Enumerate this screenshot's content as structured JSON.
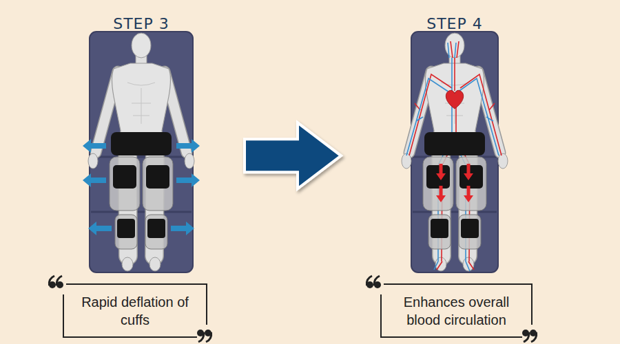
{
  "diagram": {
    "nodes": [
      {
        "text": [
          "STEP 3"
        ]
      },
      {
        "text": [
          "Rapid deflation of cuffs"
        ]
      },
      {
        "text": [
          "STEP 4"
        ]
      },
      {
        "text": [
          "Enhances overall blood circulation"
        ]
      }
    ],
    "edges": [
      {
        "from": 0,
        "to": 2,
        "arrow": "to"
      }
    ]
  }
}
